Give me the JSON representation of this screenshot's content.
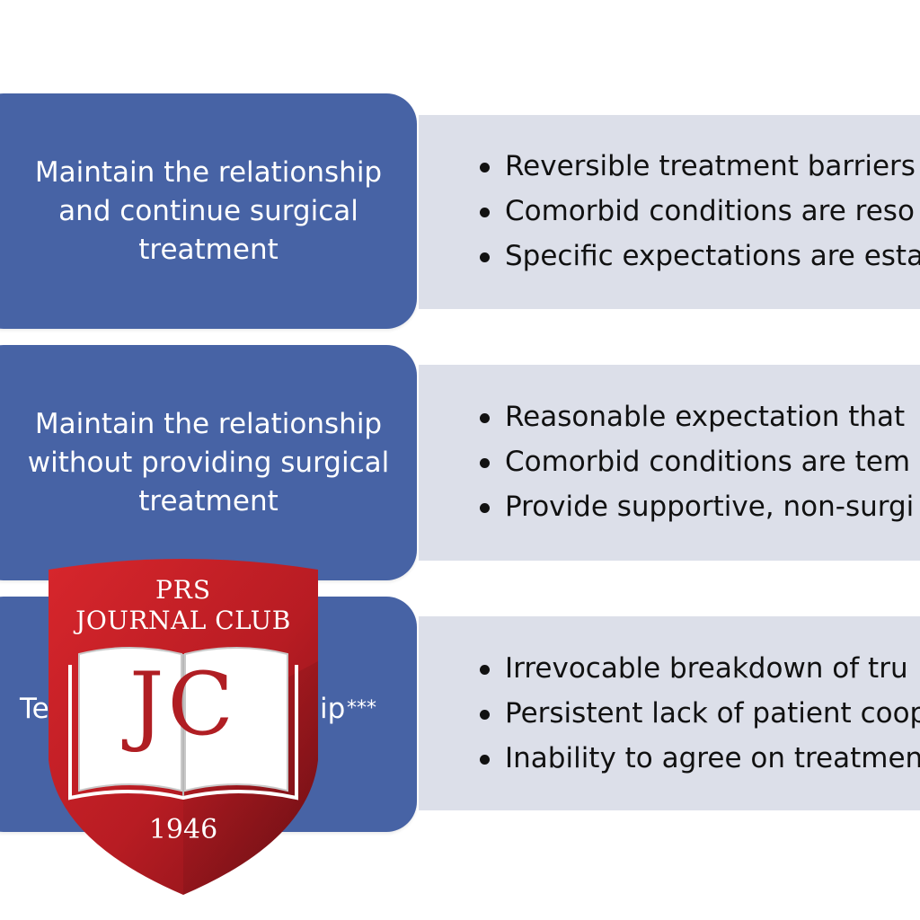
{
  "rows": [
    {
      "label": "Maintain the relationship and continue surgical treatment",
      "label_lines": [
        "Maintain the relationship",
        "and continue surgical",
        "treatment"
      ],
      "bullets": [
        "Reversible treatment barriers",
        "Comorbid conditions are reso",
        "Specific expectations are esta"
      ]
    },
    {
      "label": "Maintain the relationship without providing surgical treatment",
      "label_lines": [
        "Maintain the relationship",
        "without providing surgical",
        "treatment"
      ],
      "bullets": [
        "Reasonable expectation that",
        "Comorbid conditions are tem",
        "Provide supportive, non-surgi"
      ]
    },
    {
      "label_left_fragment": "Te",
      "label_right_fragment": "ip",
      "label_suffix": "***",
      "bullets": [
        "Irrevocable breakdown of tru",
        "Persistent lack of patient coop",
        "Inability to agree on treatmen"
      ]
    }
  ],
  "badge": {
    "line1": "PRS",
    "line2": "JOURNAL CLUB",
    "monogram": "JC",
    "year": "1946"
  },
  "colors": {
    "label_box": "#4763a5",
    "bullet_box": "#dcdfe9",
    "badge_red": "#c41e25",
    "badge_dark_red": "#7e1117"
  }
}
